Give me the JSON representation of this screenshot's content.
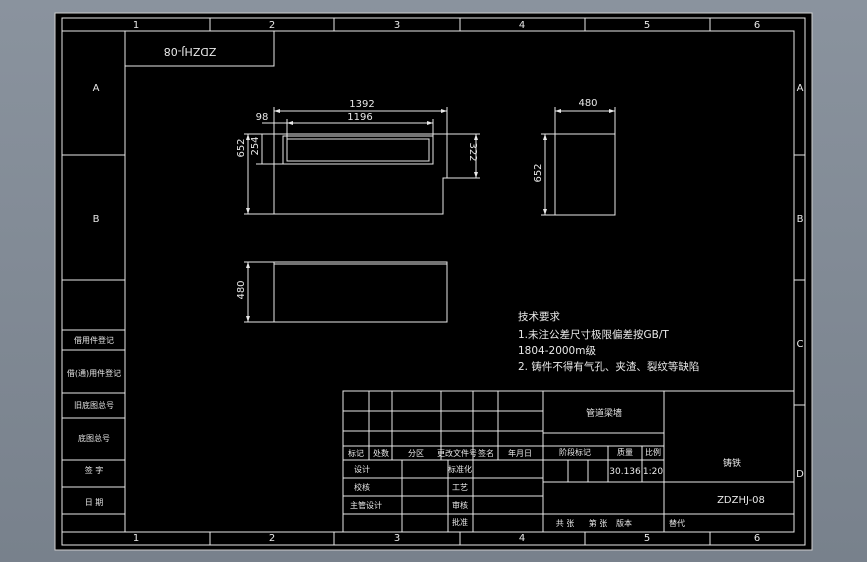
{
  "border": {
    "top_zones": [
      "1",
      "2",
      "3",
      "4",
      "5",
      "6"
    ],
    "bottom_zones": [
      "1",
      "2",
      "3",
      "4",
      "5",
      "6"
    ],
    "left_zones": [
      "A",
      "B"
    ],
    "right_zones": [
      "A",
      "B",
      "C",
      "D"
    ]
  },
  "drawing_code_stamp": "ZDZHJ-08",
  "dims": {
    "front_total_width": "1392",
    "front_inner_width": "1196",
    "front_offset": "98",
    "front_height": "652",
    "front_inner_height": "254",
    "front_step_height": "322",
    "side_width": "480",
    "side_height": "652",
    "top_depth": "480"
  },
  "notes": {
    "title": "技术要求",
    "line1": "1.未注公差尺寸极限偏差按GB/T",
    "line2": "1804-2000m级",
    "line3": "2. 铸件不得有气孔、夹渣、裂纹等缺陷"
  },
  "left_stamps": [
    "借(通)用件登记",
    "旧底图总号",
    "底图总号",
    "签  字",
    "日  期"
  ],
  "left_stamp_top": "借用件登记",
  "title_block": {
    "part_name": "管道梁墙",
    "row_marks": [
      "标记",
      "处数",
      "分区",
      "更改文件号",
      "签名",
      "年月日"
    ],
    "sign_rows": [
      "设计",
      "校核",
      "主管设计"
    ],
    "std_rows": [
      "标准化",
      "工艺",
      "审核",
      "批准"
    ],
    "stage_header": [
      "阶段标记",
      "质量",
      "比例"
    ],
    "mass": "30.136",
    "scale": "1:20",
    "material": "铸铁",
    "drawing_no": "ZDZHJ-08",
    "bottom_labels": [
      "共 张",
      "第 张",
      "版本",
      "替代"
    ]
  }
}
